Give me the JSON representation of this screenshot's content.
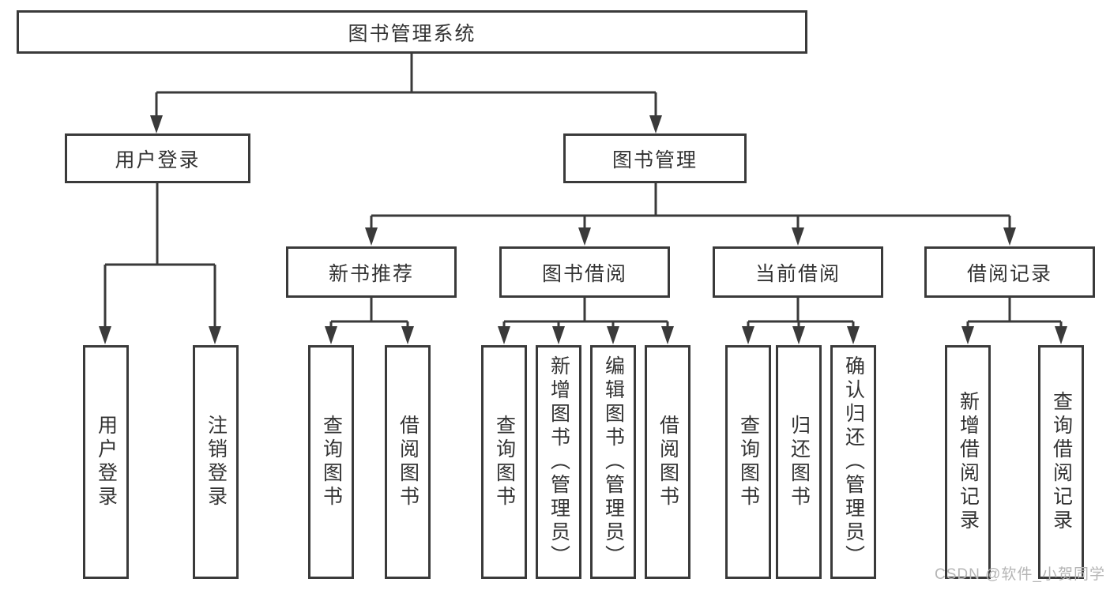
{
  "colors": {
    "line": "#3a3a3a",
    "text": "#333333",
    "watermark": "#b5b5b5",
    "background": "#ffffff"
  },
  "diagram": {
    "type": "hierarchy",
    "title": "图书管理系统",
    "modules": [
      {
        "label": "用户登录",
        "features": [
          "用户登录",
          "注销登录"
        ]
      },
      {
        "label": "图书管理",
        "submodules": [
          {
            "label": "新书推荐",
            "features": [
              "查询图书",
              "借阅图书"
            ]
          },
          {
            "label": "图书借阅",
            "features": [
              "查询图书",
              "新增图书（管理员）",
              "编辑图书（管理员）",
              "借阅图书"
            ]
          },
          {
            "label": "当前借阅",
            "features": [
              "查询图书",
              "归还图书",
              "确认归还（管理员）"
            ]
          },
          {
            "label": "借阅记录",
            "features": [
              "新增借阅记录",
              "查询借阅记录"
            ]
          }
        ]
      }
    ]
  },
  "watermark": {
    "text": "CSDN @软件_小贺同学"
  }
}
